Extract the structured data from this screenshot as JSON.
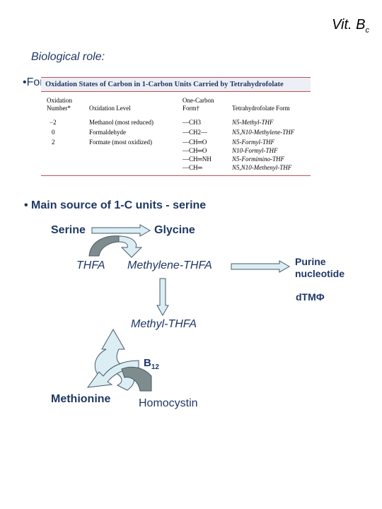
{
  "slide": {
    "title_main": "Vit. B",
    "title_sub": "c",
    "subtitle": "Biological role:",
    "bullet1": "•Forms",
    "bullet2": "Main source of 1-C units - serine"
  },
  "table": {
    "caption": "Oxidation States of Carbon in 1-Carbon Units Carried by Tetrahydrofolate",
    "headers": {
      "ox_num_line1": "Oxidation",
      "ox_num_line2": "Number*",
      "ox_level": "Oxidation Level",
      "form_line1": "One-Carbon",
      "form_line2": "Form†",
      "thf_form": "Tetrahydrofolate Form"
    },
    "rows": [
      {
        "num": "−2",
        "level": "Methanol (most reduced)",
        "forms": [
          "—CH3"
        ],
        "thf": [
          "N5-Methyl-THF"
        ]
      },
      {
        "num": "0",
        "level": "Formaldehyde",
        "forms": [
          "—CH2—"
        ],
        "thf": [
          "N5,N10-Methylene-THF"
        ]
      },
      {
        "num": "2",
        "level": "Formate (most oxidized)",
        "forms": [
          "—CH═O",
          "—CH═O",
          "—CH═NH",
          "—CH═"
        ],
        "thf": [
          "N5-Formyl-THF",
          "N10-Formyl-THF",
          "N5-Formimino-THF",
          "N5,N10-Methenyl-THF"
        ]
      }
    ]
  },
  "pathway": {
    "serine": "Serine",
    "glycine": "Glycine",
    "thfa": "THFA",
    "methylene_thfa": "Methylene-THFA",
    "purine_line1": "Purine",
    "purine_line2": "nucleotide",
    "dtmf": "dTMФ",
    "methyl_thfa": "Methyl-THFA",
    "b12_main": "B",
    "b12_sub": "12",
    "methionine": "Methionine",
    "homocystin": "Homocystin"
  },
  "colors": {
    "navy": "#1f3864",
    "arrow_light": "#dbeef3",
    "arrow_dark": "#7f8c8d",
    "arrow_stroke": "#4a5a6a",
    "table_rule": "#c0504d"
  }
}
